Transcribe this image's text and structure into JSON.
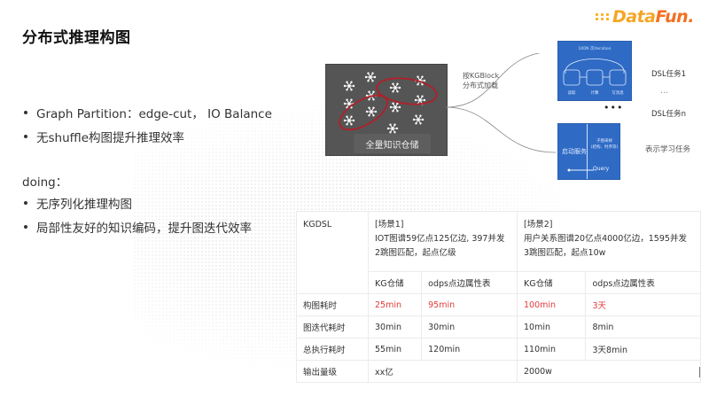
{
  "title": "分布式推理构图",
  "logo": {
    "text_a": "Data",
    "text_b": "Fun.",
    "brand_color": "#f5a623",
    "accent_color": "#f37021"
  },
  "bullets_top": [
    "Graph Partition：edge-cut， IO Balance",
    "无shuffle构图提升推理效率"
  ],
  "doing_label": "doing：",
  "bullets_doing": [
    "无序列化推理构图",
    "局部性友好的知识编码，提升图迭代效率"
  ],
  "diagram": {
    "warehouse_label": "全量知识仓储",
    "load_label_line1": "按KGBlock",
    "load_label_line2": "分布式加载",
    "iteration_title": "100N 次iteration",
    "steps": [
      "读取",
      "计算",
      "写消息"
    ],
    "task1": "DSL任务1",
    "ellipsis": "…",
    "taskn": "DSL任务n",
    "mid_ellipsis": "•••",
    "service_left": "启动服务",
    "service_right_line1": "子图采样",
    "service_right_line2": "(结构、时序等)",
    "query_label": "Query",
    "repr_task": "表示学习任务",
    "box_color": "#2f6bc4",
    "warehouse_color": "#555555",
    "partition_color": "#b0202a"
  },
  "table": {
    "header": {
      "col0": "KGDSL",
      "scene1_title": "[场景1]",
      "scene1_line1": "IOT图谱59亿点125亿边, 397并发",
      "scene1_line2": "2跳图匹配，起点亿级",
      "scene2_title": "[场景2]",
      "scene2_line1": "用户关系图谱20亿点4000亿边，1595并发",
      "scene2_line2": "3跳图匹配，起点10w"
    },
    "subheaders": [
      "KG仓储",
      "odps点边属性表",
      "KG仓储",
      "odps点边属性表"
    ],
    "rows": [
      {
        "label": "构图耗时",
        "values": [
          "25min",
          "95min",
          "100min",
          "3天"
        ],
        "highlight": true
      },
      {
        "label": "图迭代耗时",
        "values": [
          "30min",
          "30min",
          "10min",
          "8min"
        ]
      },
      {
        "label": "总执行耗时",
        "values": [
          "55min",
          "120min",
          "110min",
          "3天8min"
        ]
      }
    ],
    "output_row": {
      "label": "输出量级",
      "scene1": "xx亿",
      "scene2": "2000w"
    },
    "highlight_color": "#e23a3a"
  }
}
